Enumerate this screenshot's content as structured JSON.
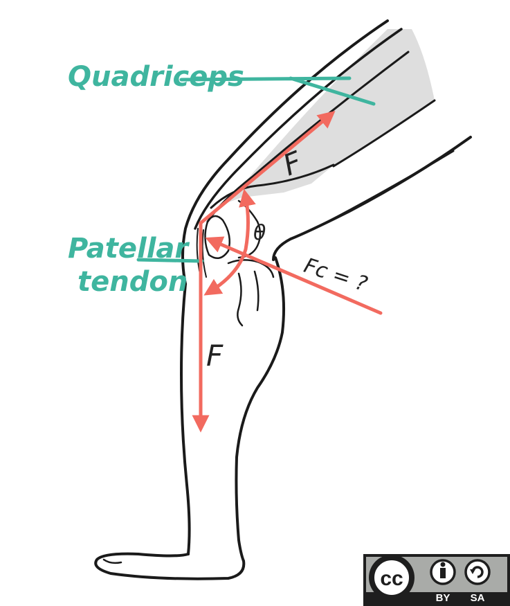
{
  "labels": {
    "quadriceps": "Quadriceps",
    "patellar_line1": "Patellar",
    "patellar_line2": "tendon",
    "force_upper": "F",
    "force_lower": "F",
    "angle": "θ",
    "contact_force": "Fc = ?"
  },
  "license": {
    "cc": "cc",
    "by": "BY",
    "sa": "SA"
  },
  "colors": {
    "outline": "#1a1a1a",
    "muscle_fill": "#dedede",
    "label": "#3fb59f",
    "arrow": "#f26a5f",
    "badge_bg": "#1e1e1e",
    "badge_grey": "#a9aba8"
  }
}
